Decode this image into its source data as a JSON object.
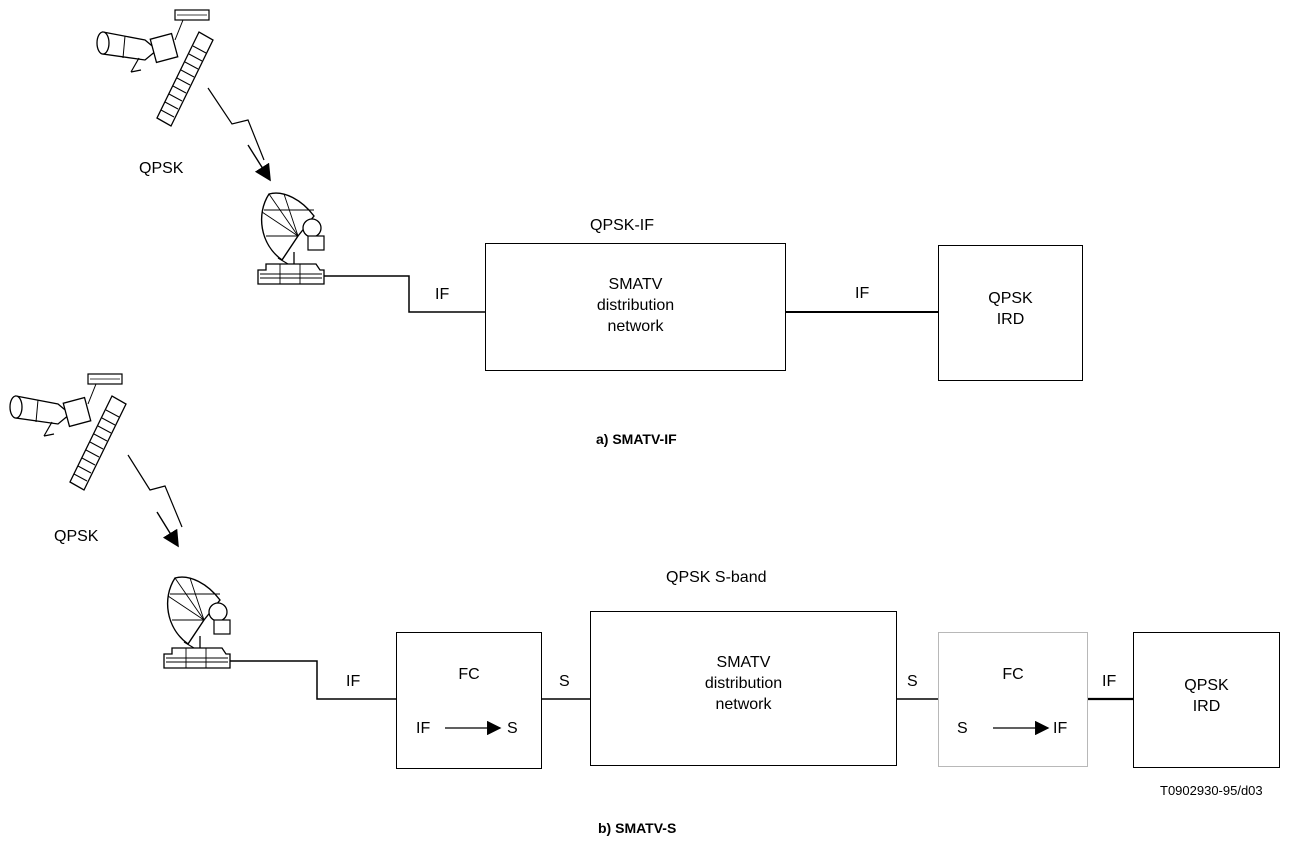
{
  "diagram_a": {
    "link_label": "QPSK",
    "top_label": "QPSK-IF",
    "if_left": "IF",
    "if_right": "IF",
    "network_box": [
      "SMATV",
      "distribution",
      "network"
    ],
    "ird_box": [
      "QPSK",
      "IRD"
    ],
    "caption": "a)  SMATV-IF"
  },
  "diagram_b": {
    "link_label": "QPSK",
    "top_label": "QPSK S-band",
    "if_1": "IF",
    "s_1": "S",
    "s_2": "S",
    "if_2": "IF",
    "fc1_title": "FC",
    "fc1_from": "IF",
    "fc1_to": "S",
    "network_box": [
      "SMATV",
      "distribution",
      "network"
    ],
    "fc2_title": "FC",
    "fc2_from": "S",
    "fc2_to": "IF",
    "ird_box": [
      "QPSK",
      "IRD"
    ],
    "caption": "b)  SMATV-S"
  },
  "figure_ref": "T0902930-95/d03",
  "colors": {
    "line": "#000000",
    "grey_box": "#b8b8b8"
  }
}
